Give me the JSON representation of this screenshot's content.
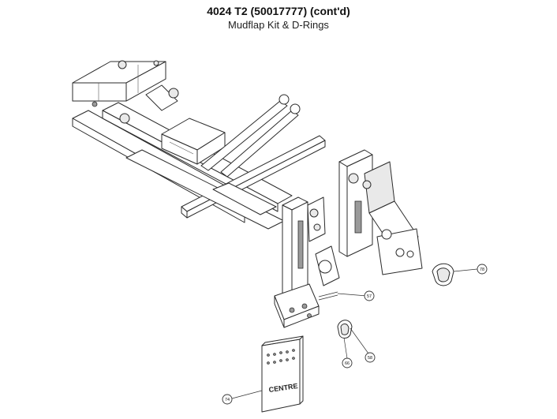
{
  "header": {
    "title": "4024 T2 (50017777) (cont'd)",
    "subtitle": "Mudflap Kit & D-Rings"
  },
  "callouts": [
    {
      "id": "c57",
      "label": "57"
    },
    {
      "id": "c58",
      "label": "58"
    },
    {
      "id": "c66",
      "label": "66"
    },
    {
      "id": "c74",
      "label": "74"
    },
    {
      "id": "c78",
      "label": "78"
    }
  ],
  "mudflap": {
    "brand_text": "CENTRE"
  }
}
